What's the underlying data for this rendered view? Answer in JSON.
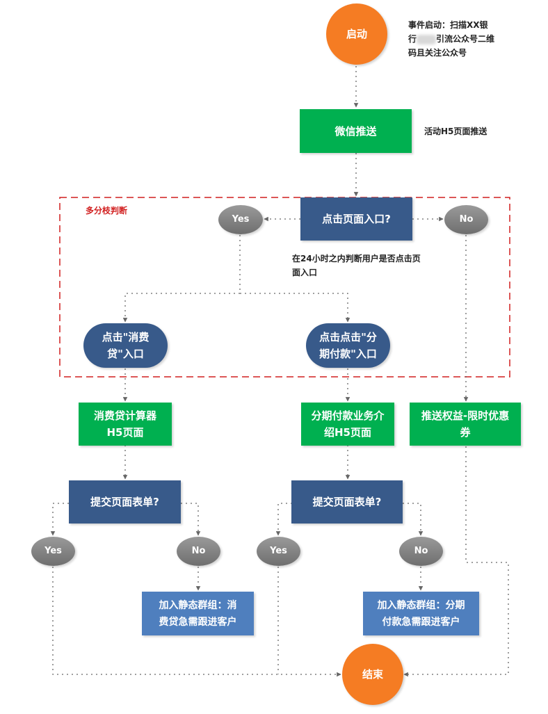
{
  "diagram": {
    "group": {
      "label": "多分枝判断",
      "border_color": "#d11f1f"
    },
    "colors": {
      "terminal": "#f57c23",
      "action": "#00b050",
      "decision": "#385a8a",
      "outcome": "#4f7fbe",
      "branch": "#808080",
      "connector": "#666666"
    },
    "nodes": {
      "start": {
        "label": "启动",
        "type": "terminal"
      },
      "wechat_push": {
        "label": "微信推送",
        "type": "action"
      },
      "click_entry": {
        "label": "点击页面入口?",
        "type": "decision"
      },
      "yes_top": {
        "label": "Yes",
        "type": "branch"
      },
      "no_top": {
        "label": "No",
        "type": "branch"
      },
      "click_loan": {
        "line1": "点击\"消费",
        "line2": "贷\"入口",
        "type": "entry"
      },
      "click_installment": {
        "line1": "点击点击\"分",
        "line2": "期付款\"入口",
        "type": "entry"
      },
      "loan_calc": {
        "line1": "消费贷计算器",
        "line2": "H5页面",
        "type": "action"
      },
      "installment_intro": {
        "line1": "分期付款业务介",
        "line2": "绍H5页面",
        "type": "action"
      },
      "push_coupon": {
        "line1": "推送权益-限时优惠",
        "line2": "券",
        "type": "action"
      },
      "submit_left": {
        "label": "提交页面表单?",
        "type": "decision"
      },
      "submit_right": {
        "label": "提交页面表单?",
        "type": "decision"
      },
      "yes_left": {
        "label": "Yes",
        "type": "branch"
      },
      "no_left": {
        "label": "No",
        "type": "branch"
      },
      "yes_right": {
        "label": "Yes",
        "type": "branch"
      },
      "no_right": {
        "label": "No",
        "type": "branch"
      },
      "group_loan": {
        "line1": "加入静态群组：消",
        "line2": "费贷急需跟进客户",
        "type": "outcome"
      },
      "group_installment": {
        "line1": "加入静态群组：分期",
        "line2": "付款急需跟进客户",
        "type": "outcome"
      },
      "end": {
        "label": "结束",
        "type": "terminal"
      }
    },
    "annotations": {
      "start_note": {
        "line1": "事件启动：扫描XX银",
        "line2a": "行",
        "line2b": "引流公众号二维",
        "line3": "码且关注公众号"
      },
      "push_note": "活动H5页面推送",
      "decision_note": {
        "line1": "在24小时之内判断用户是否点击页",
        "line2": "面入口"
      }
    },
    "edges": [
      [
        "start",
        "wechat_push"
      ],
      [
        "wechat_push",
        "click_entry"
      ],
      [
        "click_entry",
        "yes_top"
      ],
      [
        "click_entry",
        "no_top"
      ],
      [
        "yes_top",
        "click_loan"
      ],
      [
        "yes_top",
        "click_installment"
      ],
      [
        "no_top",
        "push_coupon"
      ],
      [
        "click_loan",
        "loan_calc"
      ],
      [
        "click_installment",
        "installment_intro"
      ],
      [
        "loan_calc",
        "submit_left"
      ],
      [
        "installment_intro",
        "submit_right"
      ],
      [
        "submit_left",
        "yes_left"
      ],
      [
        "submit_left",
        "no_left"
      ],
      [
        "submit_right",
        "yes_right"
      ],
      [
        "submit_right",
        "no_right"
      ],
      [
        "no_left",
        "group_loan"
      ],
      [
        "no_right",
        "group_installment"
      ],
      [
        "yes_left",
        "end"
      ],
      [
        "yes_right",
        "end"
      ],
      [
        "push_coupon",
        "end"
      ]
    ]
  }
}
